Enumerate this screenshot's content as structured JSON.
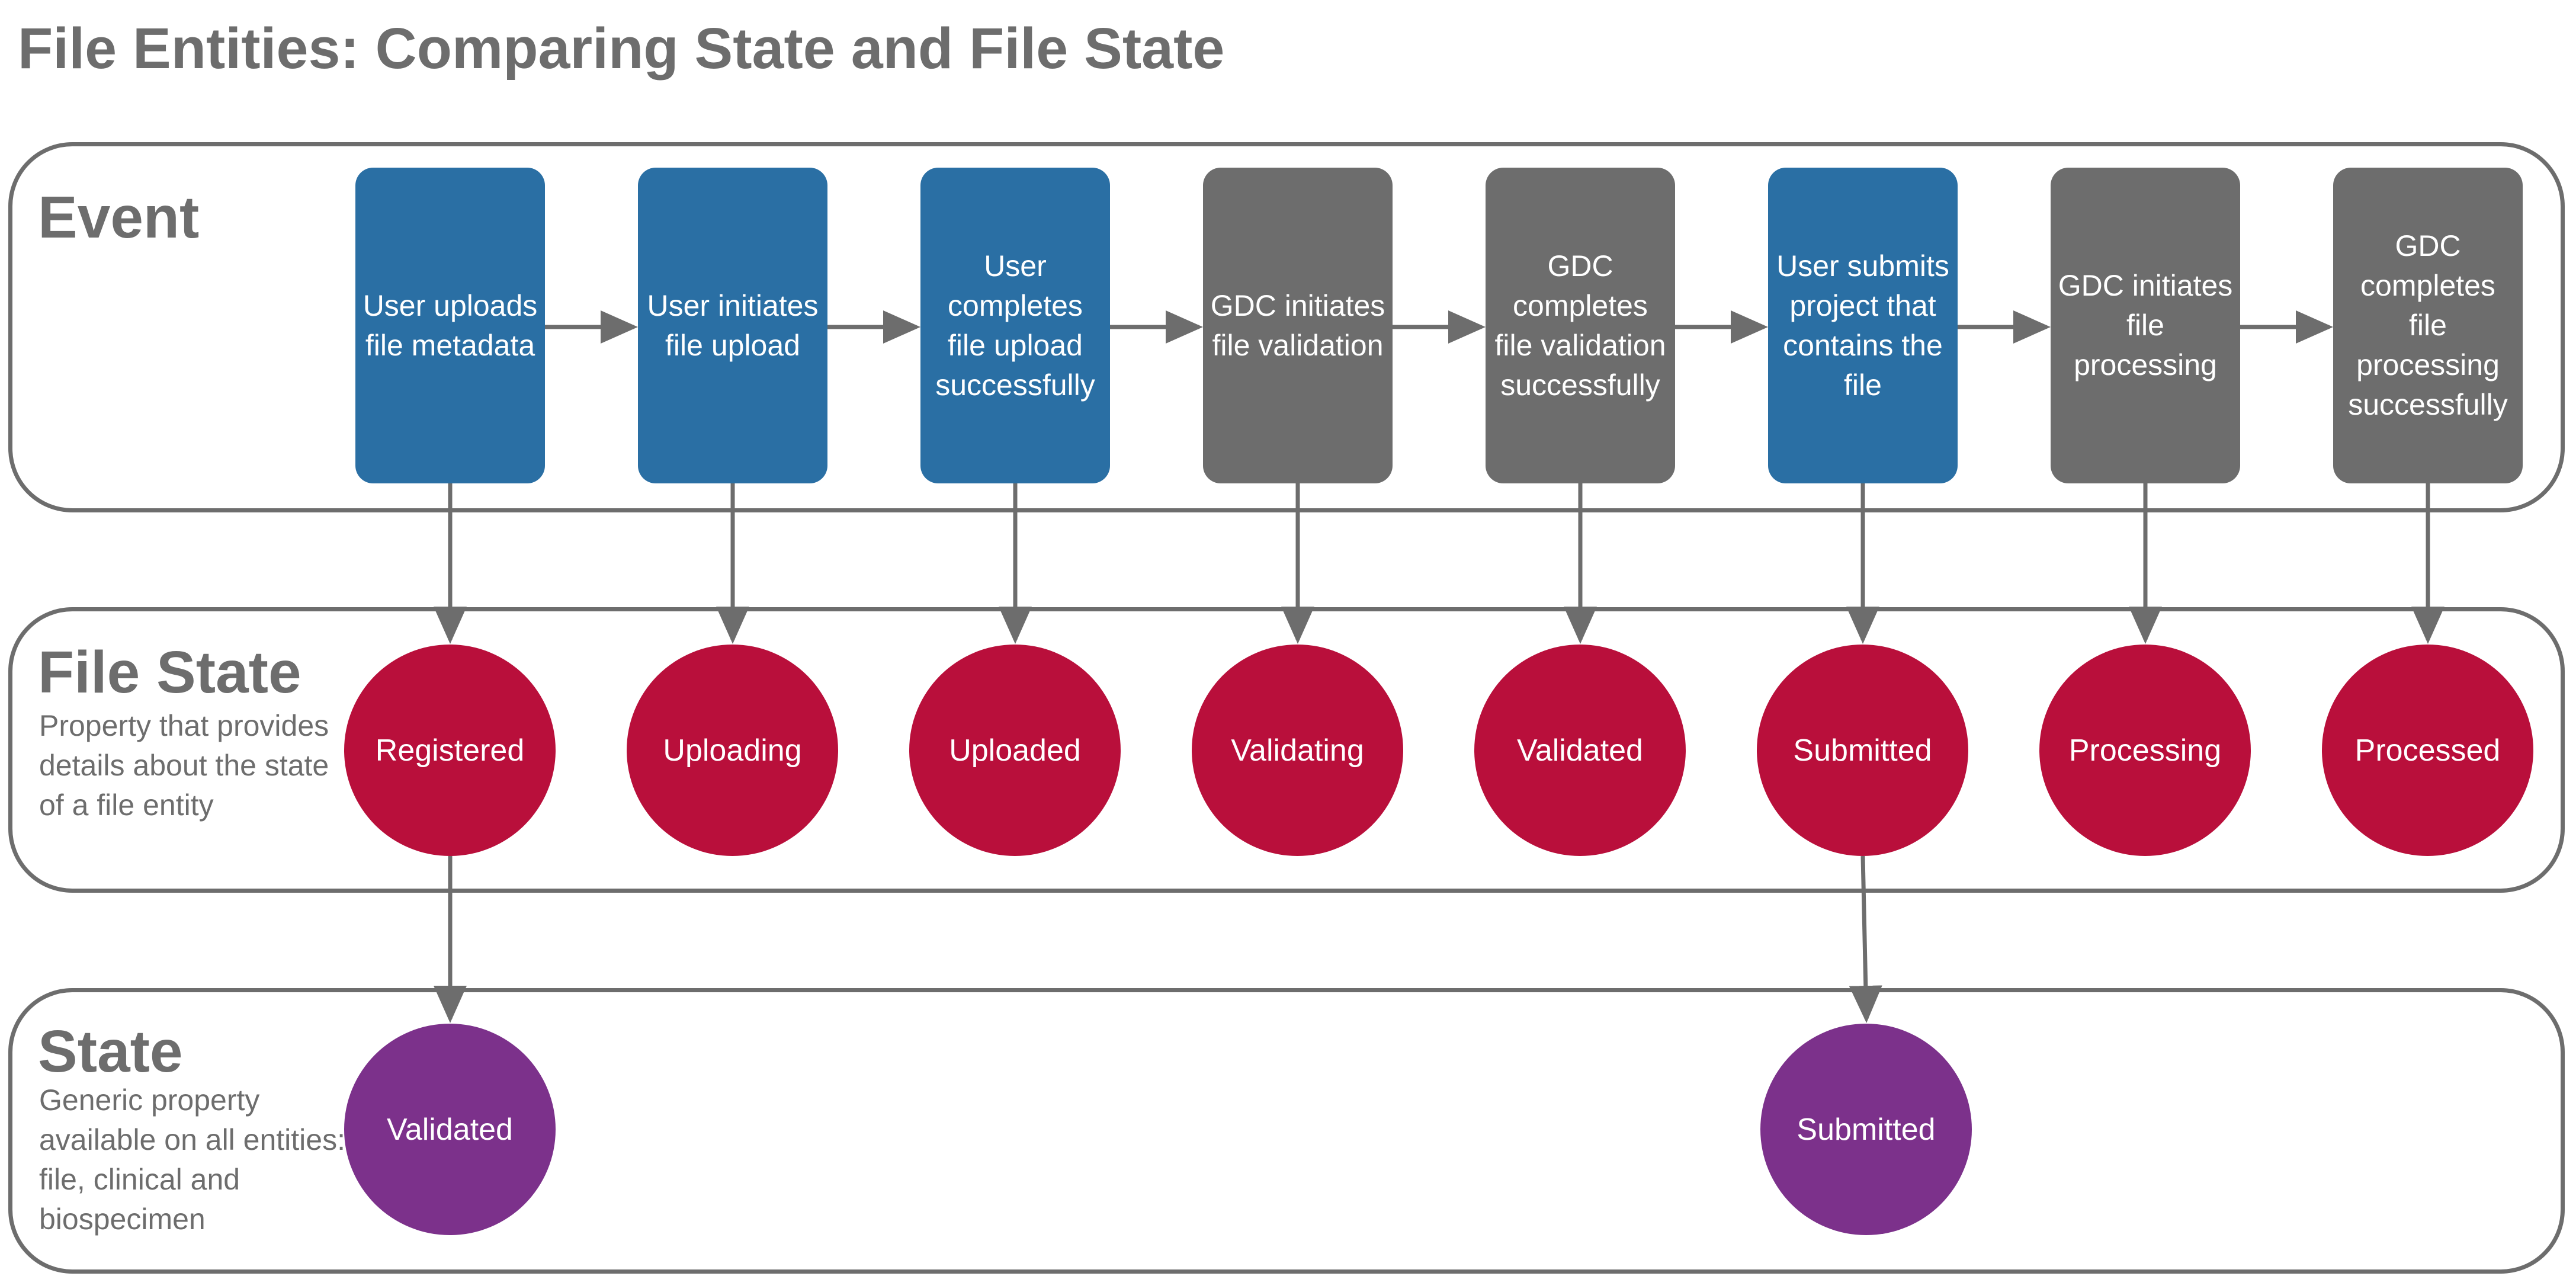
{
  "title": "File Entities: Comparing State and File State",
  "lanes": {
    "event": {
      "title": "Event"
    },
    "file_state": {
      "title": "File State",
      "description": "Property that provides details about the state of a file entity"
    },
    "state": {
      "title": "State",
      "description": "Generic property available on all entities: file, clinical and biospecimen"
    }
  },
  "events": [
    {
      "label": "User uploads file metadata",
      "actor": "user"
    },
    {
      "label": "User initiates file upload",
      "actor": "user"
    },
    {
      "label": "User completes file upload successfully",
      "actor": "user"
    },
    {
      "label": "GDC initiates file validation",
      "actor": "gdc"
    },
    {
      "label": "GDC completes file validation successfully",
      "actor": "gdc"
    },
    {
      "label": "User submits project that contains the file",
      "actor": "user"
    },
    {
      "label": "GDC initiates file processing",
      "actor": "gdc"
    },
    {
      "label": "GDC completes file processing successfully",
      "actor": "gdc"
    }
  ],
  "file_states": [
    "Registered",
    "Uploading",
    "Uploaded",
    "Validating",
    "Validated",
    "Submitted",
    "Processing",
    "Processed"
  ],
  "states": [
    "Validated",
    "Submitted"
  ],
  "colors": {
    "user_event": "#2a6fa4",
    "gdc_event": "#6d6d6d",
    "file_state": "#b90f3b",
    "state": "#7c318b",
    "lines": "#6d6d6d"
  }
}
